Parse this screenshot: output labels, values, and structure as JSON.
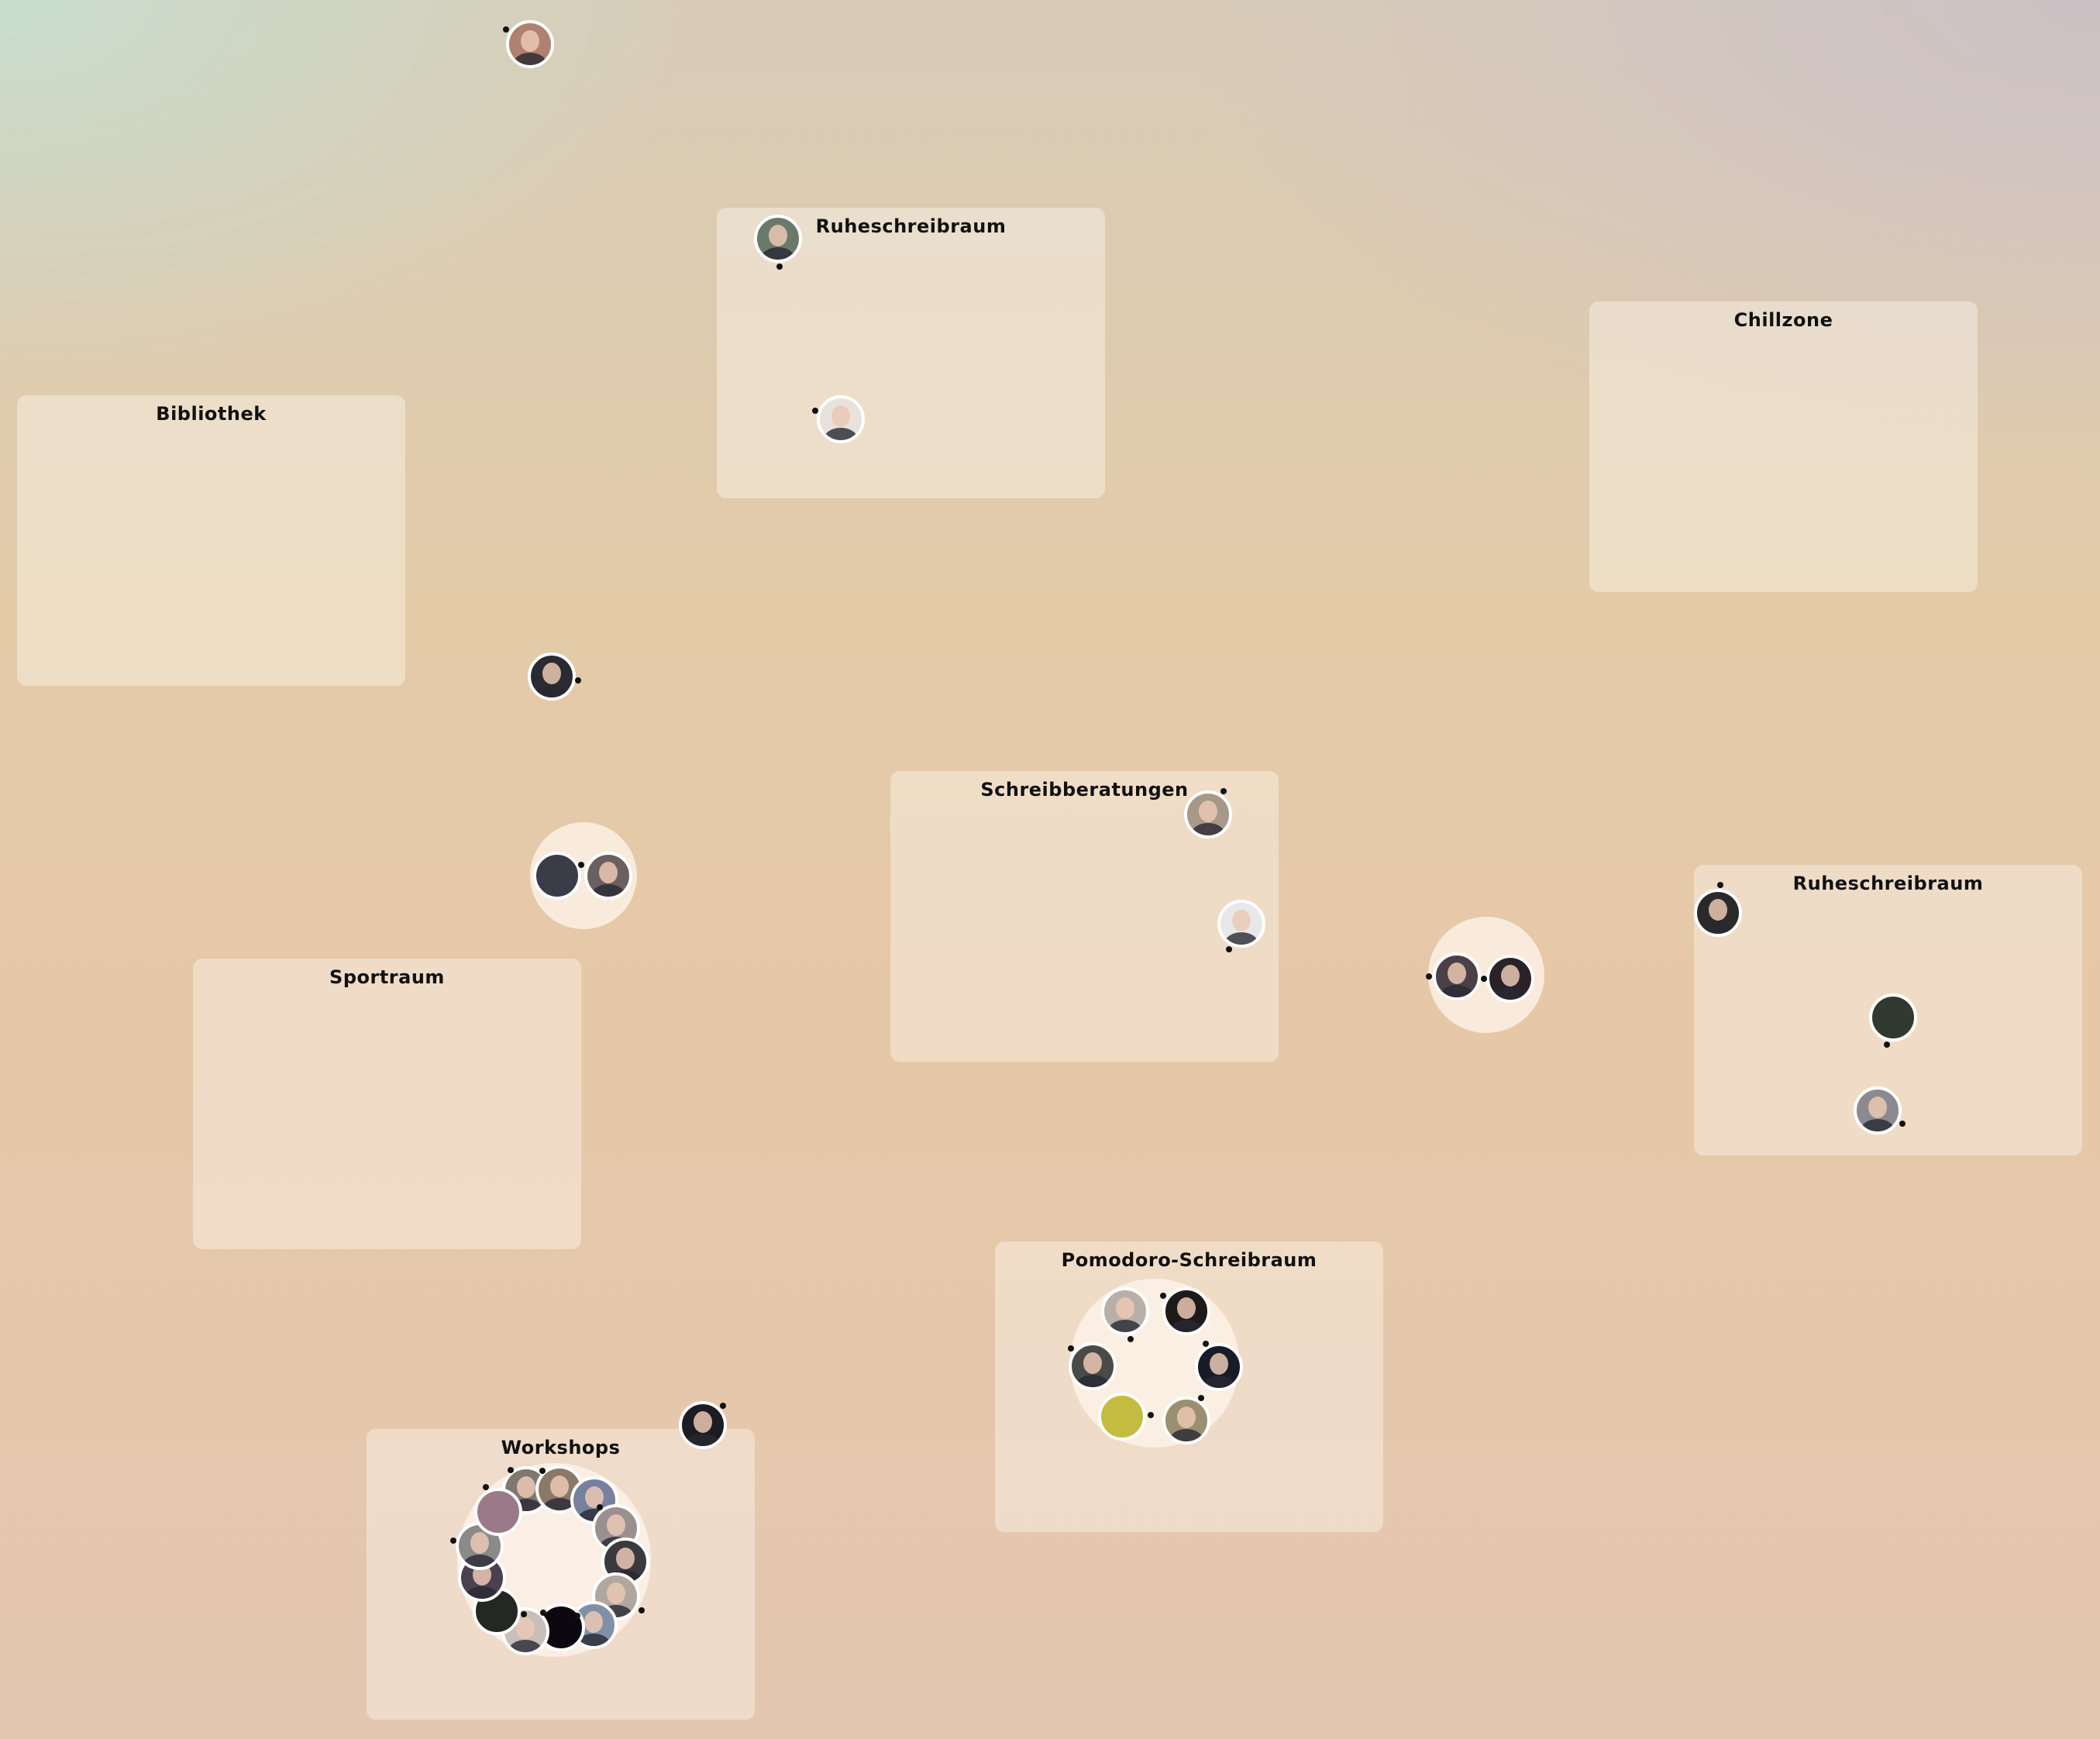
{
  "rooms": [
    {
      "name": "Ruheschreibraum"
    },
    {
      "name": "Chillzone"
    },
    {
      "name": "Bibliothek"
    },
    {
      "name": "Schreibberatungen"
    },
    {
      "name": "Ruheschreibraum"
    },
    {
      "name": "Sportraum"
    },
    {
      "name": "Pomodoro-Schreibraum"
    },
    {
      "name": "Workshops"
    }
  ]
}
